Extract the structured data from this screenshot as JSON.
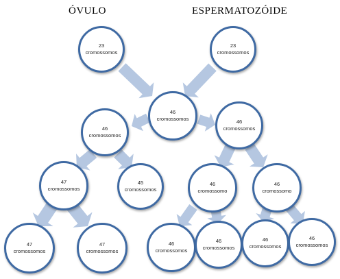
{
  "titles": {
    "left": "ÓVULO",
    "right": "ESPERMATOZÓIDE"
  },
  "nodes": {
    "ovulo": {
      "count": "23",
      "unit": "cromossomos"
    },
    "esperma": {
      "count": "23",
      "unit": "cromossomos"
    },
    "zygote": {
      "count": "46",
      "unit": "cromossomos"
    },
    "left_cell": {
      "count": "46",
      "unit": "cromossomos"
    },
    "right_cell": {
      "count": "46",
      "unit": "cromossomos"
    },
    "trisomy_cell": {
      "count": "47",
      "unit": "cromossomos"
    },
    "monosomy_cell": {
      "count": "45",
      "unit": "cromossomos"
    },
    "right_a": {
      "count": "46",
      "unit": "cromossomo"
    },
    "right_b": {
      "count": "46",
      "unit": "cromossomo"
    },
    "leaf_1": {
      "count": "47",
      "unit": "cromossomos"
    },
    "leaf_2": {
      "count": "47",
      "unit": "cromossomos"
    },
    "leaf_3": {
      "count": "46",
      "unit": "cromossomos"
    },
    "leaf_4": {
      "count": "46",
      "unit": "cromossomos"
    },
    "leaf_5": {
      "count": "46",
      "unit": "cromossomos"
    },
    "leaf_6": {
      "count": "46",
      "unit": "cromossomos"
    }
  }
}
